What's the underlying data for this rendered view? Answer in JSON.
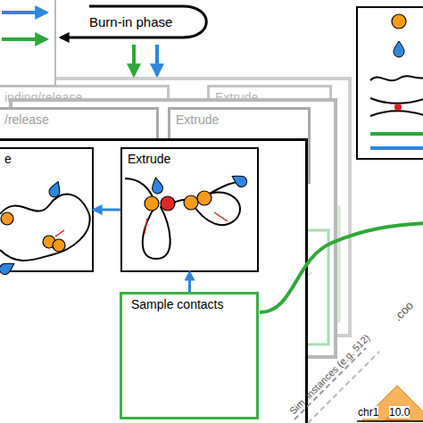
{
  "diagram": {
    "nodes": [
      {
        "text": [
          "inding/release"
        ]
      },
      {
        "text": [
          "Extrude"
        ]
      },
      {
        "text": [
          "/release"
        ]
      },
      {
        "text": [
          "Extrude"
        ]
      },
      {
        "text": [
          "e"
        ]
      },
      {
        "text": [
          "Extrude"
        ]
      },
      {
        "text": [
          "Sample contacts"
        ]
      }
    ],
    "edges": [
      {
        "from": 5,
        "to": 4,
        "arrow": "to"
      },
      {
        "from": 6,
        "to": 5,
        "arrow": "to"
      }
    ],
    "labels": [
      "Burn-in phase",
      "Sim. instances (e.g. 512)",
      "chr1",
      "10.0",
      ".coo"
    ]
  }
}
